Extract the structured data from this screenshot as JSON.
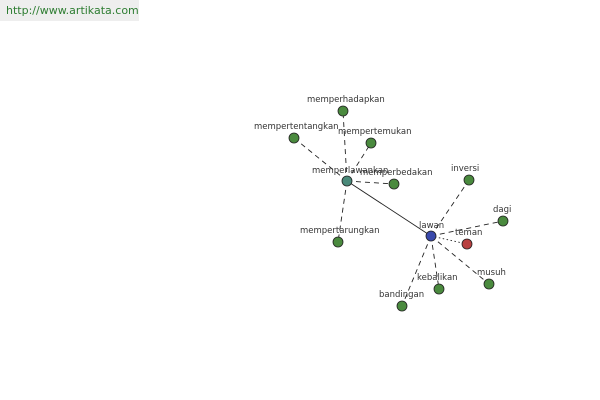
{
  "watermark": {
    "url": "http://www.artikata.com"
  },
  "graph": {
    "colors": {
      "root": "#3949ab",
      "hub": "#4a8a7a",
      "leaf": "#4a8a3e",
      "highlight": "#b84040"
    },
    "nodes": [
      {
        "id": "lawan",
        "label": "lawan",
        "role": "root"
      },
      {
        "id": "memperlawankan",
        "label": "memperlawankan",
        "role": "hub"
      },
      {
        "id": "memperhadapkan",
        "label": "memperhadapkan",
        "role": "leaf"
      },
      {
        "id": "mempertentangkan",
        "label": "mempertentangkan",
        "role": "leaf"
      },
      {
        "id": "mempertemukan",
        "label": "mempertemukan",
        "role": "leaf"
      },
      {
        "id": "memperbedakan",
        "label": "memperbedakan",
        "role": "leaf"
      },
      {
        "id": "mempertarungkan",
        "label": "mempertarungkan",
        "role": "leaf"
      },
      {
        "id": "inversi",
        "label": "inversi",
        "role": "leaf"
      },
      {
        "id": "dagi",
        "label": "dagi",
        "role": "leaf"
      },
      {
        "id": "teman",
        "label": "teman",
        "role": "highlight"
      },
      {
        "id": "musuh",
        "label": "musuh",
        "role": "leaf"
      },
      {
        "id": "kebalikan",
        "label": "kebalikan",
        "role": "leaf"
      },
      {
        "id": "bandingan",
        "label": "bandingan",
        "role": "leaf"
      }
    ],
    "edges": [
      {
        "from": "memperlawankan",
        "to": "lawan",
        "style": "solid"
      },
      {
        "from": "memperlawankan",
        "to": "memperhadapkan",
        "style": "dashed"
      },
      {
        "from": "memperlawankan",
        "to": "mempertentangkan",
        "style": "dashed"
      },
      {
        "from": "memperlawankan",
        "to": "mempertemukan",
        "style": "dashed"
      },
      {
        "from": "memperlawankan",
        "to": "memperbedakan",
        "style": "dashed"
      },
      {
        "from": "memperlawankan",
        "to": "mempertarungkan",
        "style": "dashed"
      },
      {
        "from": "lawan",
        "to": "inversi",
        "style": "dashed"
      },
      {
        "from": "lawan",
        "to": "dagi",
        "style": "dashed"
      },
      {
        "from": "lawan",
        "to": "teman",
        "style": "dotted"
      },
      {
        "from": "lawan",
        "to": "musuh",
        "style": "dashed"
      },
      {
        "from": "lawan",
        "to": "kebalikan",
        "style": "dashed"
      },
      {
        "from": "lawan",
        "to": "bandingan",
        "style": "dashed"
      }
    ]
  }
}
